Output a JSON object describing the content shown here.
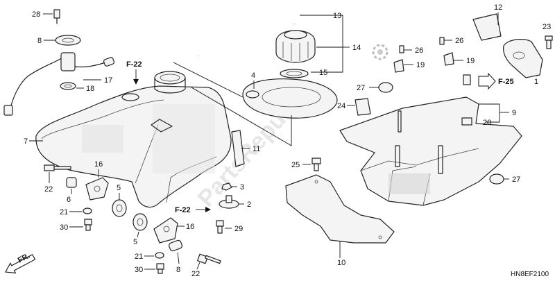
{
  "callouts": {
    "p28": "28",
    "p8": "8",
    "p18": "18",
    "p17": "17",
    "p7": "7",
    "p22": "22",
    "p6": "6",
    "p21a": "21",
    "p30a": "30",
    "p16a": "16",
    "p5a": "5",
    "p5b": "5",
    "p21b": "21",
    "p30b": "30",
    "p8b": "8",
    "p22b": "22",
    "p16b": "16",
    "p29": "29",
    "p2": "2",
    "p3": "3",
    "p11": "11",
    "p4": "4",
    "p13": "13",
    "p14": "14",
    "p15": "15",
    "p24": "24",
    "p27a": "27",
    "p26a": "26",
    "p19a": "19",
    "p26b": "26",
    "p19b": "19",
    "p12": "12",
    "p23": "23",
    "p1": "1",
    "p9": "9",
    "p20": "20",
    "p27b": "27",
    "p25": "25",
    "p10": "10"
  },
  "references": {
    "f22_top": "F-22",
    "f22_bottom": "F-22",
    "f25": "F-25"
  },
  "front_label": "FR.",
  "diagram_code": "HN8EF2100",
  "watermark": "PartsRepublik",
  "icons": [
    "gear-icon",
    "front-arrow-icon",
    "reference-arrow-icon"
  ]
}
